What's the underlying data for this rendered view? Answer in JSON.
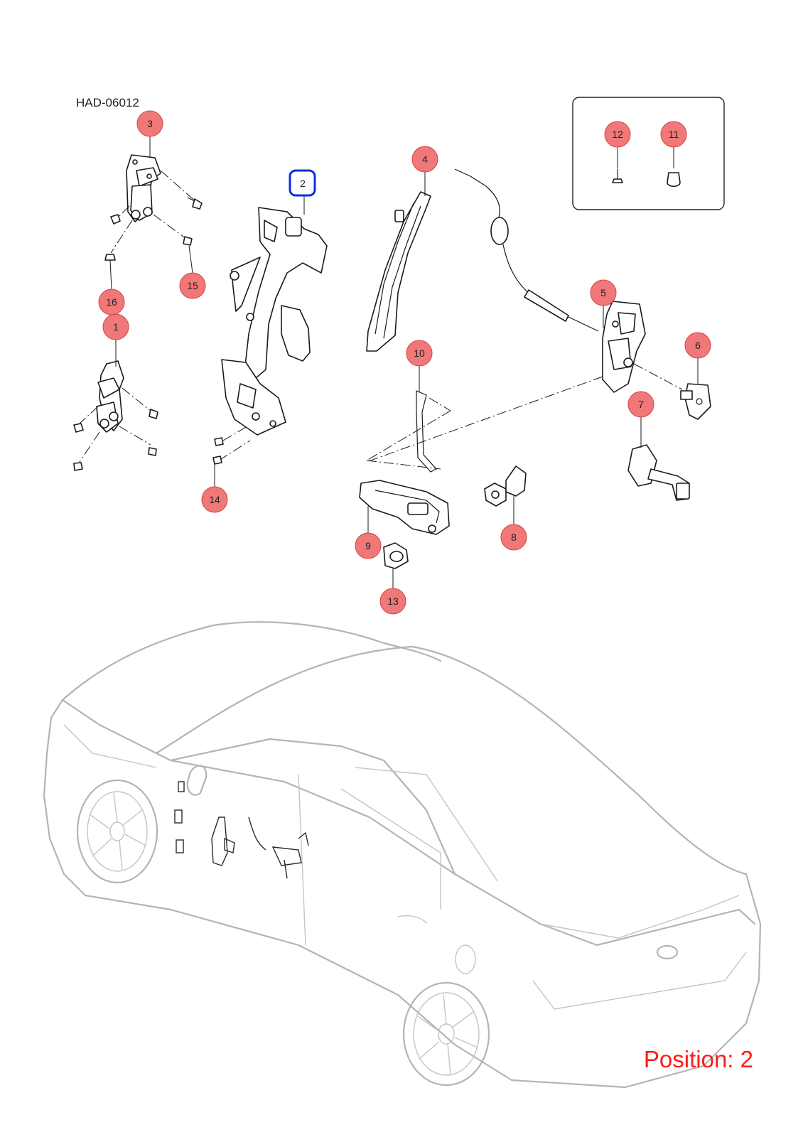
{
  "diagram_id": "HAD-06012",
  "position_label": "Position: 2",
  "selected_callout": "2",
  "callouts": [
    "1",
    "2",
    "3",
    "4",
    "5",
    "6",
    "7",
    "8",
    "9",
    "10",
    "11",
    "12",
    "13",
    "14",
    "15",
    "16"
  ],
  "colors": {
    "callout_fill": "#f07878",
    "callout_selected_border": "#0b2ee0",
    "position_text": "#ff1a1a",
    "car_outline": "#b4b4b4"
  }
}
